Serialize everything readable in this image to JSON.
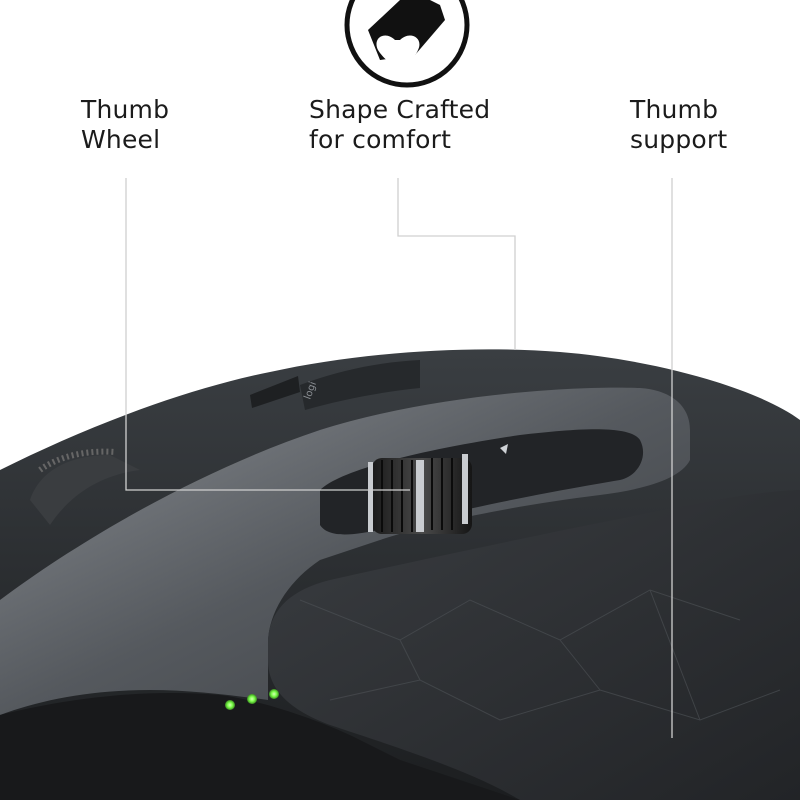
{
  "badge": {
    "icon": "heart-hand-icon"
  },
  "callouts": [
    {
      "id": "thumb-wheel",
      "lines": [
        "Thumb",
        "Wheel"
      ]
    },
    {
      "id": "shape",
      "lines": [
        "Shape Crafted",
        "for comfort"
      ]
    },
    {
      "id": "thumb-support",
      "lines": [
        "Thumb",
        "support"
      ]
    }
  ],
  "mouse": {
    "status_leds": 3,
    "led_color": "#7cff4a",
    "body_color": "#2a2d30",
    "accent_color": "#6c7076"
  }
}
